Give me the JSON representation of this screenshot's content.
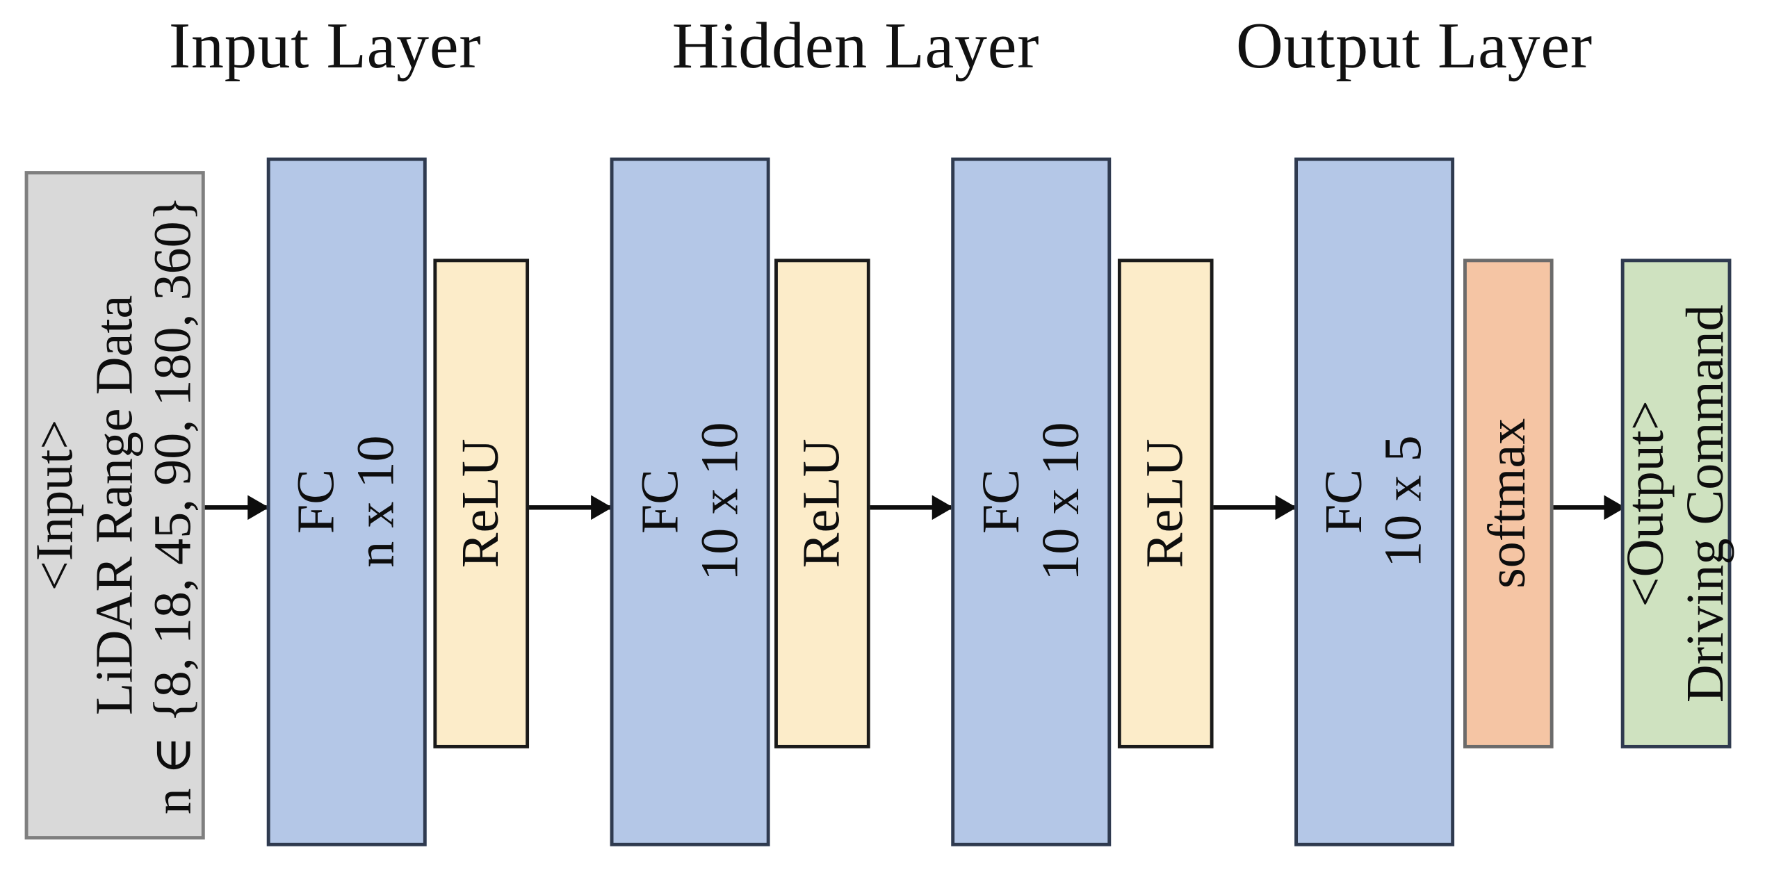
{
  "diagram": {
    "title_bar": {
      "titles": [
        {
          "label": "Input Layer"
        },
        {
          "label": "Hidden Layer"
        },
        {
          "label": "Output Layer"
        }
      ]
    },
    "blocks": [
      {
        "kind": "input",
        "lines": [
          "<Input>",
          "LiDAR Range Data",
          "n ∈ {8, 18, 45, 90, 180, 360}"
        ],
        "fill": "#d9d9d9",
        "stroke": "#7f7f7f"
      },
      {
        "kind": "fc",
        "lines": [
          "FC",
          "n x 10"
        ],
        "fill": "#b4c7e7",
        "stroke": "#2f3a4f"
      },
      {
        "kind": "relu",
        "lines": [
          "ReLU"
        ],
        "fill": "#fcecc9",
        "stroke": "#1a1a1a"
      },
      {
        "kind": "fc",
        "lines": [
          "FC",
          "10 x 10"
        ],
        "fill": "#b4c7e7",
        "stroke": "#2f3a4f"
      },
      {
        "kind": "relu",
        "lines": [
          "ReLU"
        ],
        "fill": "#fcecc9",
        "stroke": "#1a1a1a"
      },
      {
        "kind": "fc",
        "lines": [
          "FC",
          "10 x 10"
        ],
        "fill": "#b4c7e7",
        "stroke": "#2f3a4f"
      },
      {
        "kind": "relu",
        "lines": [
          "ReLU"
        ],
        "fill": "#fcecc9",
        "stroke": "#1a1a1a"
      },
      {
        "kind": "fc",
        "lines": [
          "FC",
          "10 x 5"
        ],
        "fill": "#b4c7e7",
        "stroke": "#2f3a4f"
      },
      {
        "kind": "softmax",
        "lines": [
          "softmax"
        ],
        "fill": "#f5c5a4",
        "stroke": "#6b6b6b"
      },
      {
        "kind": "output",
        "lines": [
          "<Output>",
          "Driving Command"
        ],
        "fill": "#cfe2c0",
        "stroke": "#2f3a4f"
      }
    ],
    "arrow_count": 5
  }
}
